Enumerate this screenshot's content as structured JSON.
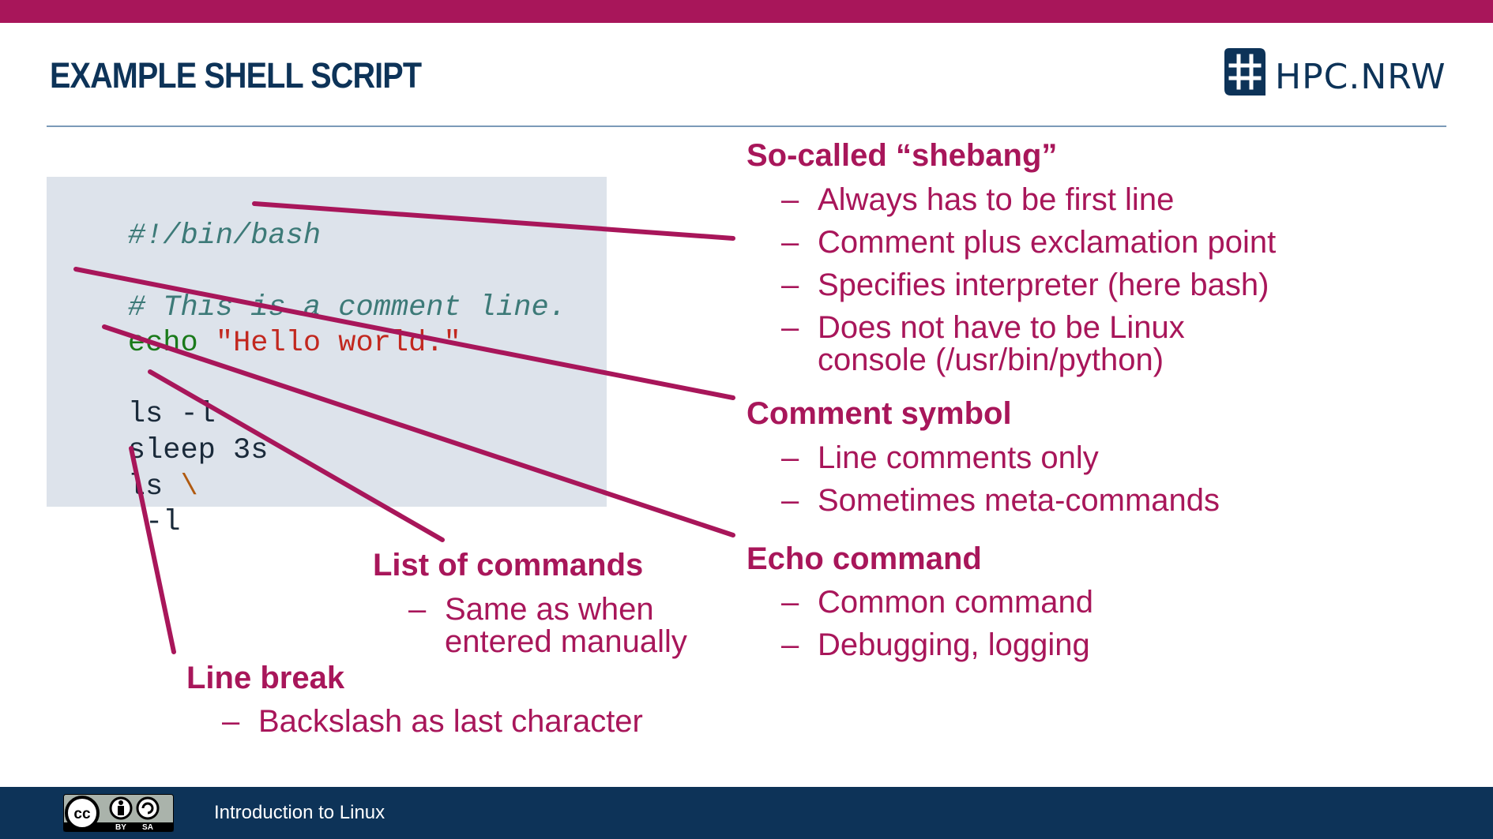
{
  "slide": {
    "title": "EXAMPLE SHELL SCRIPT",
    "logo_text": "HPC.NRW",
    "footer_text": "Introduction to Linux",
    "license_badge": {
      "icon": "cc-by-sa-icon",
      "labels": [
        "BY",
        "SA"
      ]
    }
  },
  "code": {
    "lines": [
      {
        "parts": [
          {
            "text": "#!/bin/bash",
            "style": "comment"
          }
        ]
      },
      {
        "parts": [
          {
            "text": "# This is a comment line.",
            "style": "comment"
          }
        ]
      },
      {
        "parts": [
          {
            "text": "echo",
            "style": "green"
          },
          {
            "text": " \"Hello world.\"",
            "style": "red"
          }
        ]
      },
      {
        "parts": [
          {
            "text": "ls -l",
            "style": "plain"
          }
        ]
      },
      {
        "parts": [
          {
            "text": "sleep 3s",
            "style": "plain"
          }
        ]
      },
      {
        "parts": [
          {
            "text": "ls ",
            "style": "plain"
          },
          {
            "text": "\\",
            "style": "orange"
          }
        ]
      },
      {
        "parts": [
          {
            "text": " -l",
            "style": "plain"
          }
        ]
      }
    ]
  },
  "annotations": {
    "shebang": {
      "heading": "So-called “shebang”",
      "bullets": [
        "Always has to be first line",
        "Comment plus exclamation point",
        "Specifies interpreter (here bash)",
        "Does not have to be Linux",
        "console (/usr/bin/python)"
      ]
    },
    "comment": {
      "heading": "Comment symbol",
      "bullets": [
        "Line comments only",
        "Sometimes meta-commands"
      ]
    },
    "echo": {
      "heading": "Echo command",
      "bullets": [
        "Common command",
        "Debugging, logging"
      ]
    },
    "commands": {
      "heading": "List of commands",
      "bullets": [
        "Same as when",
        "entered manually"
      ]
    },
    "linebreak": {
      "heading": "Line break",
      "bullets": [
        "Backslash as last character"
      ]
    },
    "dash": "–"
  },
  "colors": {
    "accent": "#a8165a",
    "navy": "#0d3358",
    "code_bg": "#dde3eb"
  }
}
